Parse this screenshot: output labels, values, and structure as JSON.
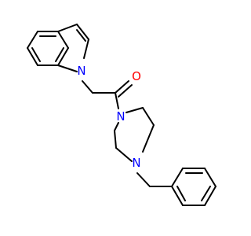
{
  "molecule": {
    "atoms": {
      "indole_n": {
        "symbol": "N",
        "color": "#0000ff"
      },
      "carbonyl_o": {
        "symbol": "O",
        "color": "#ff0000"
      },
      "amide_n": {
        "symbol": "N",
        "color": "#0000ff"
      },
      "benzyl_n": {
        "symbol": "N",
        "color": "#0000ff"
      }
    },
    "bond_color": "#000000",
    "background": "#ffffff"
  }
}
